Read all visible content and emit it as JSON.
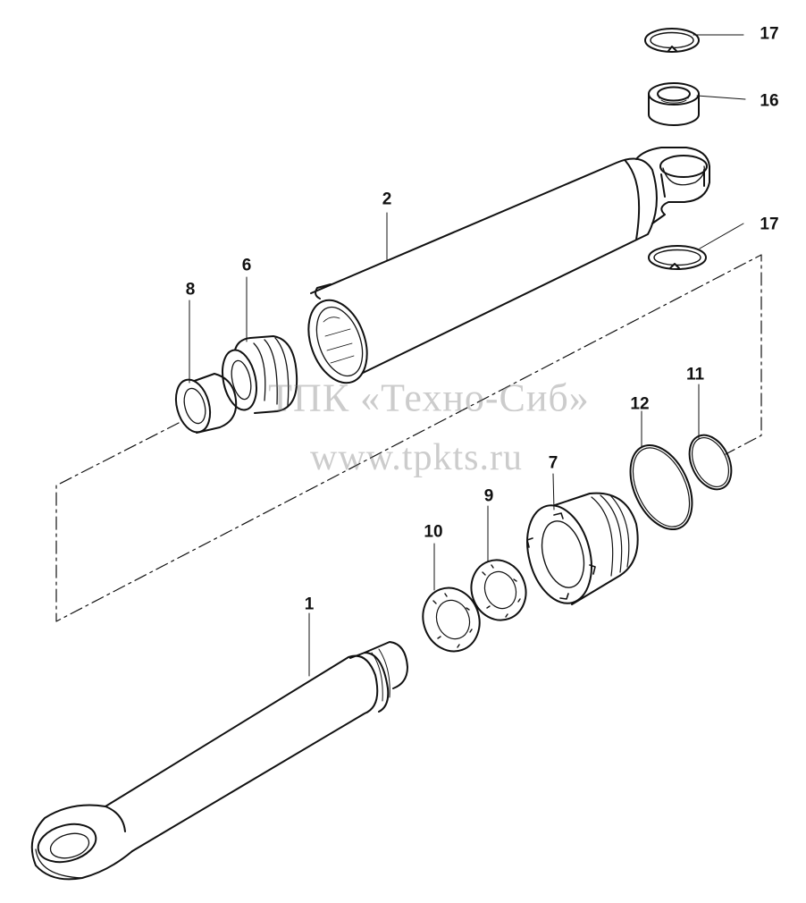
{
  "colors": {
    "line": "#111111",
    "background": "#ffffff",
    "watermark": "#8a8a8a"
  },
  "watermark": {
    "line1": "ТПК «Техно-Сиб»",
    "line2": "www.tpkts.ru"
  },
  "callouts": [
    {
      "id": "17a",
      "text": "17"
    },
    {
      "id": "16",
      "text": "16"
    },
    {
      "id": "17b",
      "text": "17"
    },
    {
      "id": "2",
      "text": "2"
    },
    {
      "id": "6",
      "text": "6"
    },
    {
      "id": "8",
      "text": "8"
    },
    {
      "id": "11",
      "text": "11"
    },
    {
      "id": "12",
      "text": "12"
    },
    {
      "id": "7",
      "text": "7"
    },
    {
      "id": "9",
      "text": "9"
    },
    {
      "id": "10",
      "text": "10"
    },
    {
      "id": "1",
      "text": "1"
    }
  ]
}
